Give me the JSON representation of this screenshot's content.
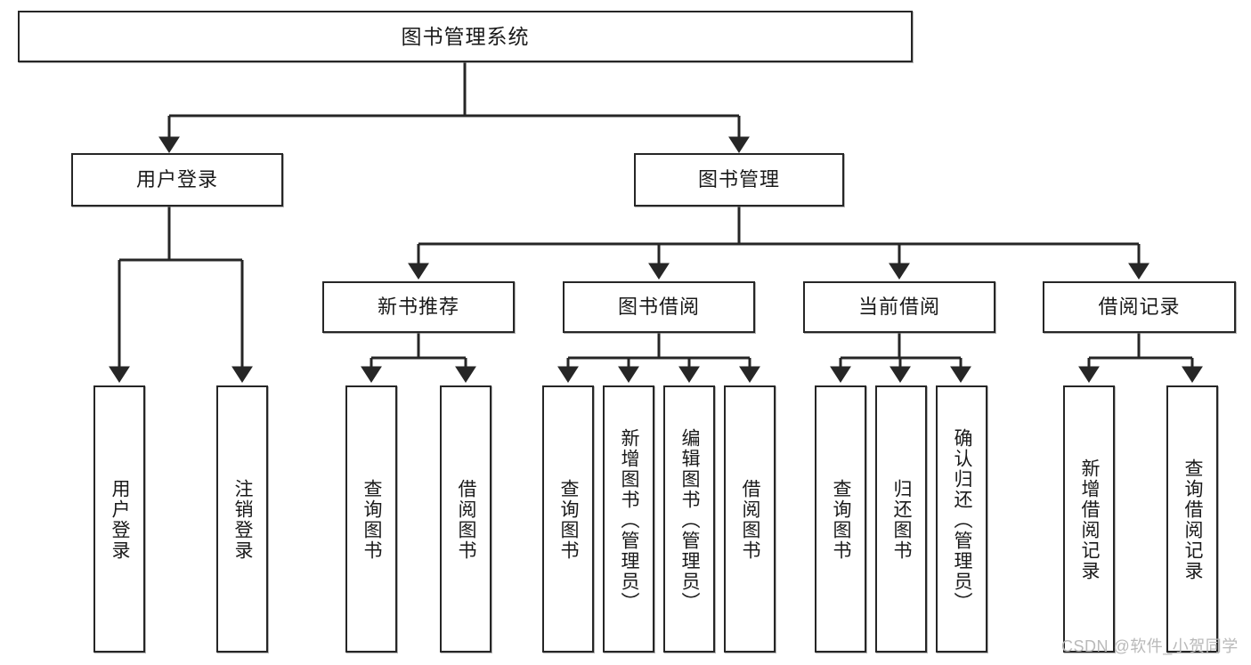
{
  "diagram": {
    "title": "图书管理系统",
    "type": "tree",
    "orientation": "top-down",
    "root": {
      "id": "root",
      "label": "图书管理系统",
      "text_direction": "horizontal"
    },
    "level2": [
      {
        "id": "user-login",
        "label": "用户登录",
        "text_direction": "horizontal"
      },
      {
        "id": "book-management",
        "label": "图书管理",
        "text_direction": "horizontal"
      }
    ],
    "level3": [
      {
        "id": "new-book-recommend",
        "label": "新书推荐",
        "text_direction": "horizontal",
        "parent": "book-management"
      },
      {
        "id": "book-borrow",
        "label": "图书借阅",
        "text_direction": "horizontal",
        "parent": "book-management"
      },
      {
        "id": "current-borrow",
        "label": "当前借阅",
        "text_direction": "horizontal",
        "parent": "book-management"
      },
      {
        "id": "borrow-record",
        "label": "借阅记录",
        "text_direction": "horizontal",
        "parent": "book-management"
      }
    ],
    "leaves": [
      {
        "id": "leaf-user-login",
        "label": "用户登录",
        "text_direction": "vertical",
        "parent": "user-login"
      },
      {
        "id": "leaf-logout",
        "label": "注销登录",
        "text_direction": "vertical",
        "parent": "user-login"
      },
      {
        "id": "leaf-query-book-1",
        "label": "查询图书",
        "text_direction": "vertical",
        "parent": "new-book-recommend"
      },
      {
        "id": "leaf-borrow-book-1",
        "label": "借阅图书",
        "text_direction": "vertical",
        "parent": "new-book-recommend"
      },
      {
        "id": "leaf-query-book-2",
        "label": "查询图书",
        "text_direction": "vertical",
        "parent": "book-borrow"
      },
      {
        "id": "leaf-add-book",
        "label": "新增图书（管理员）",
        "text_direction": "vertical",
        "parent": "book-borrow"
      },
      {
        "id": "leaf-edit-book",
        "label": "编辑图书（管理员）",
        "text_direction": "vertical",
        "parent": "book-borrow"
      },
      {
        "id": "leaf-borrow-book-2",
        "label": "借阅图书",
        "text_direction": "vertical",
        "parent": "book-borrow"
      },
      {
        "id": "leaf-query-book-3",
        "label": "查询图书",
        "text_direction": "vertical",
        "parent": "current-borrow"
      },
      {
        "id": "leaf-return-book",
        "label": "归还图书",
        "text_direction": "vertical",
        "parent": "current-borrow"
      },
      {
        "id": "leaf-confirm-return",
        "label": "确认归还（管理员）",
        "text_direction": "vertical",
        "parent": "current-borrow"
      },
      {
        "id": "leaf-add-record",
        "label": "新增借阅记录",
        "text_direction": "vertical",
        "parent": "borrow-record"
      },
      {
        "id": "leaf-query-record",
        "label": "查询借阅记录",
        "text_direction": "vertical",
        "parent": "borrow-record"
      }
    ],
    "colors": {
      "background": "#ffffff",
      "node_fill": "#ffffff",
      "node_border": "#262626",
      "edge": "#262626",
      "text": "#1a1a1a",
      "watermark": "#b9b9b9"
    }
  },
  "watermark": {
    "text": "CSDN @软件_小贺同学"
  }
}
